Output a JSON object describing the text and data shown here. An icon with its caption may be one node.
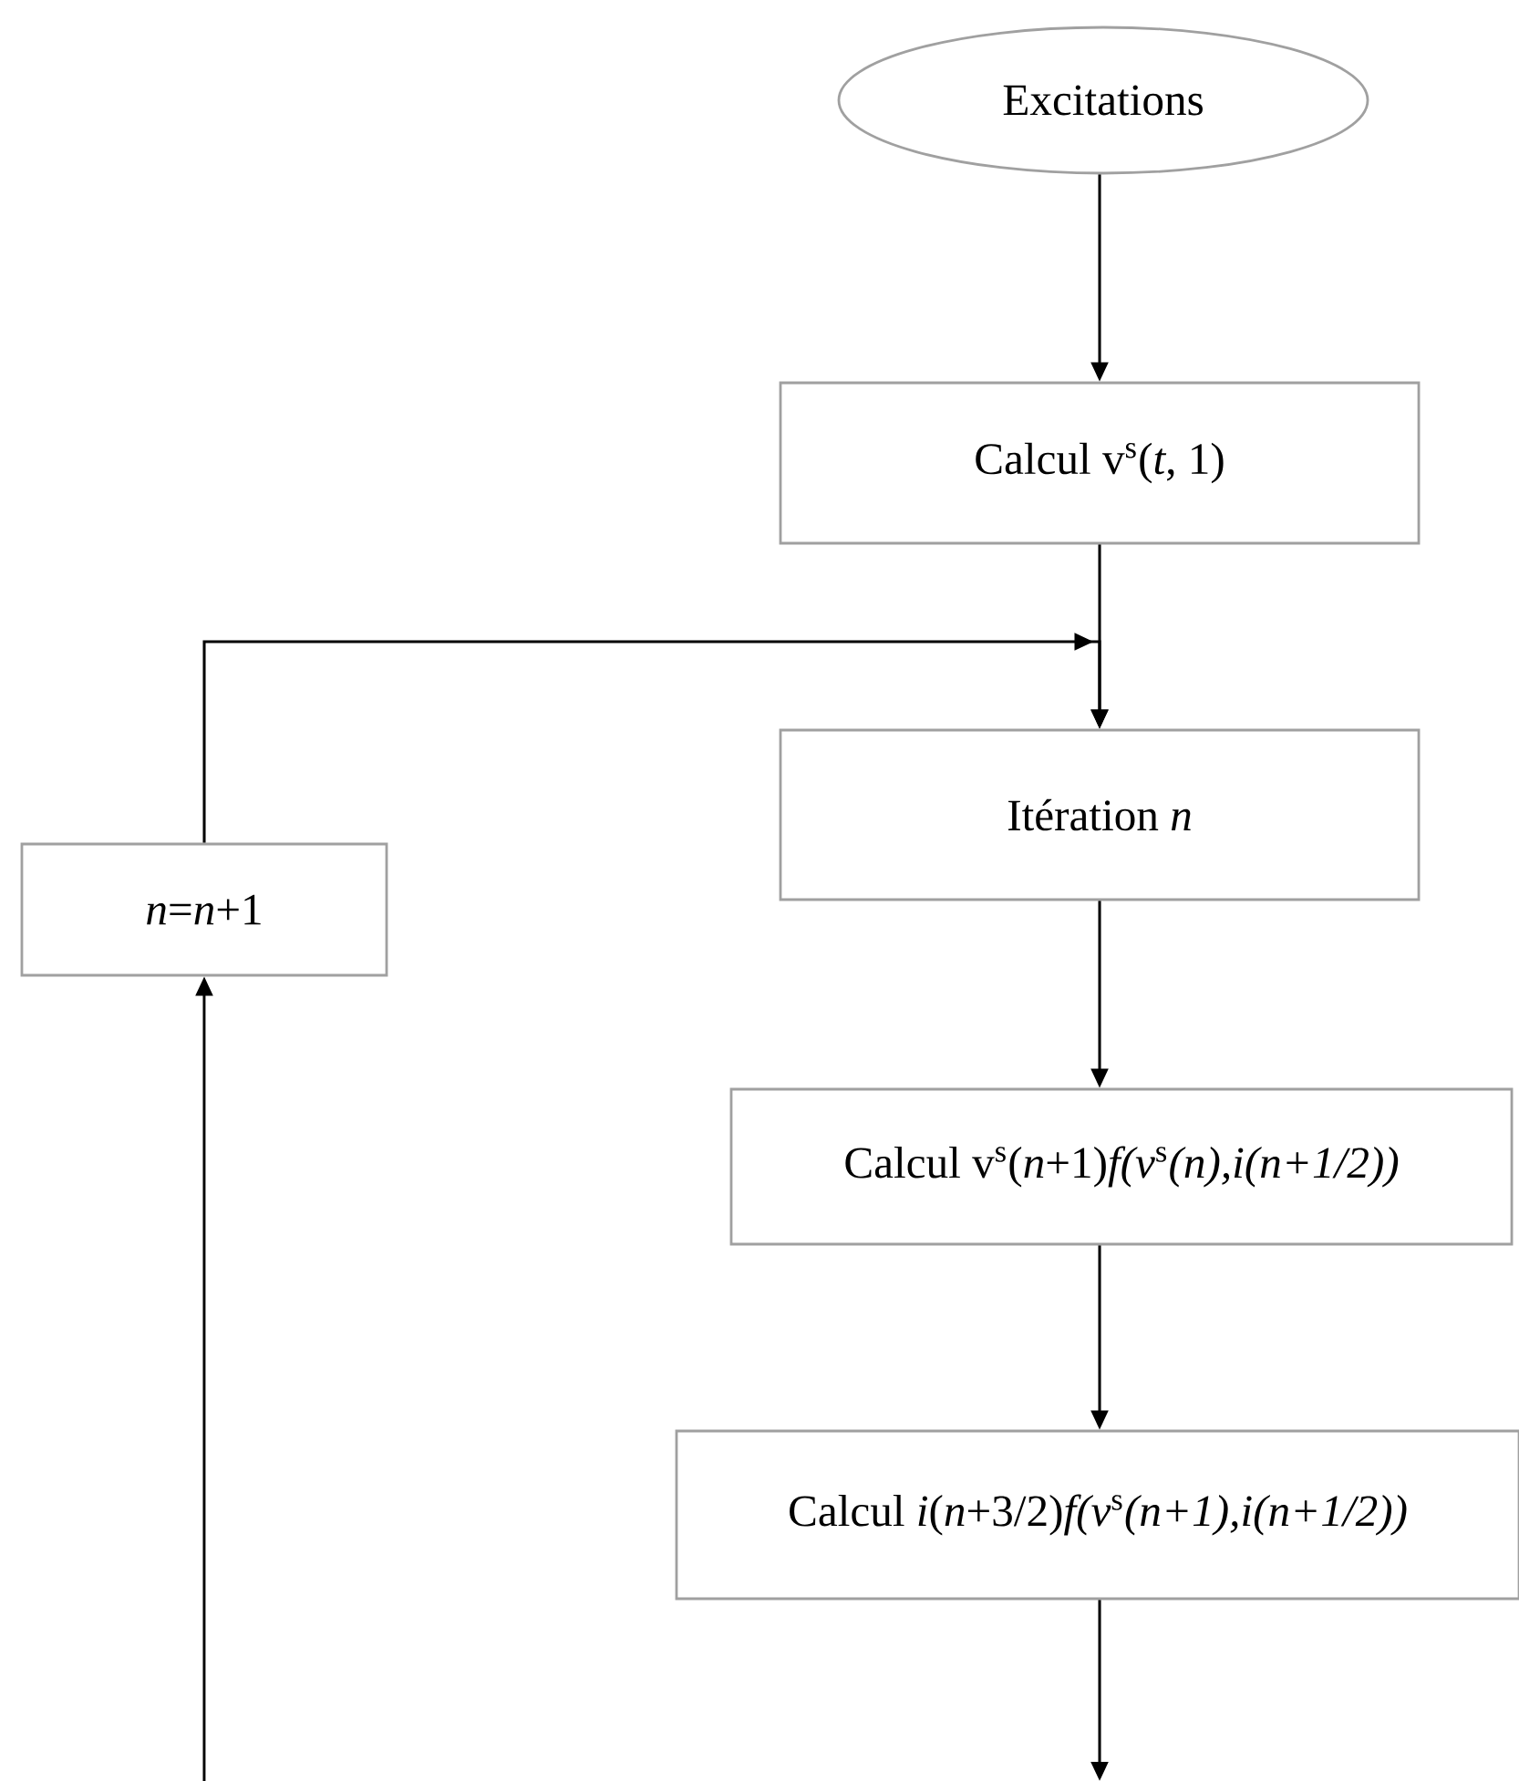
{
  "diagram": {
    "nodes": [
      {
        "text": [
          "Excitations"
        ]
      },
      {
        "text": [
          "Calcul v$^{s}$(*t*, 1)"
        ]
      },
      {
        "text": [
          "Itération *n*"
        ]
      },
      {
        "text": [
          "Calcul v$^{s}$(*n*+1)*f(v*$^{s}$*(n),i(n+1/2))*"
        ]
      },
      {
        "text": [
          "Calcul *i*(*n*+3/2)*f(v*$^{s}$*(n+1),i(n+1/2))*"
        ]
      },
      {
        "text": [
          "*n*=*n*+1"
        ]
      }
    ],
    "edges": [
      {
        "from": 0,
        "to": 1,
        "arrow": "to"
      },
      {
        "from": 1,
        "to": 2,
        "arrow": "to"
      },
      {
        "from": 2,
        "to": 3,
        "arrow": "to"
      },
      {
        "from": 3,
        "to": 4,
        "arrow": "to"
      },
      {
        "from": 4,
        "to": null,
        "arrow": "to"
      },
      {
        "from": null,
        "to": 5,
        "arrow": "to"
      },
      {
        "from": 5,
        "to": 2,
        "arrow": "to"
      }
    ]
  }
}
